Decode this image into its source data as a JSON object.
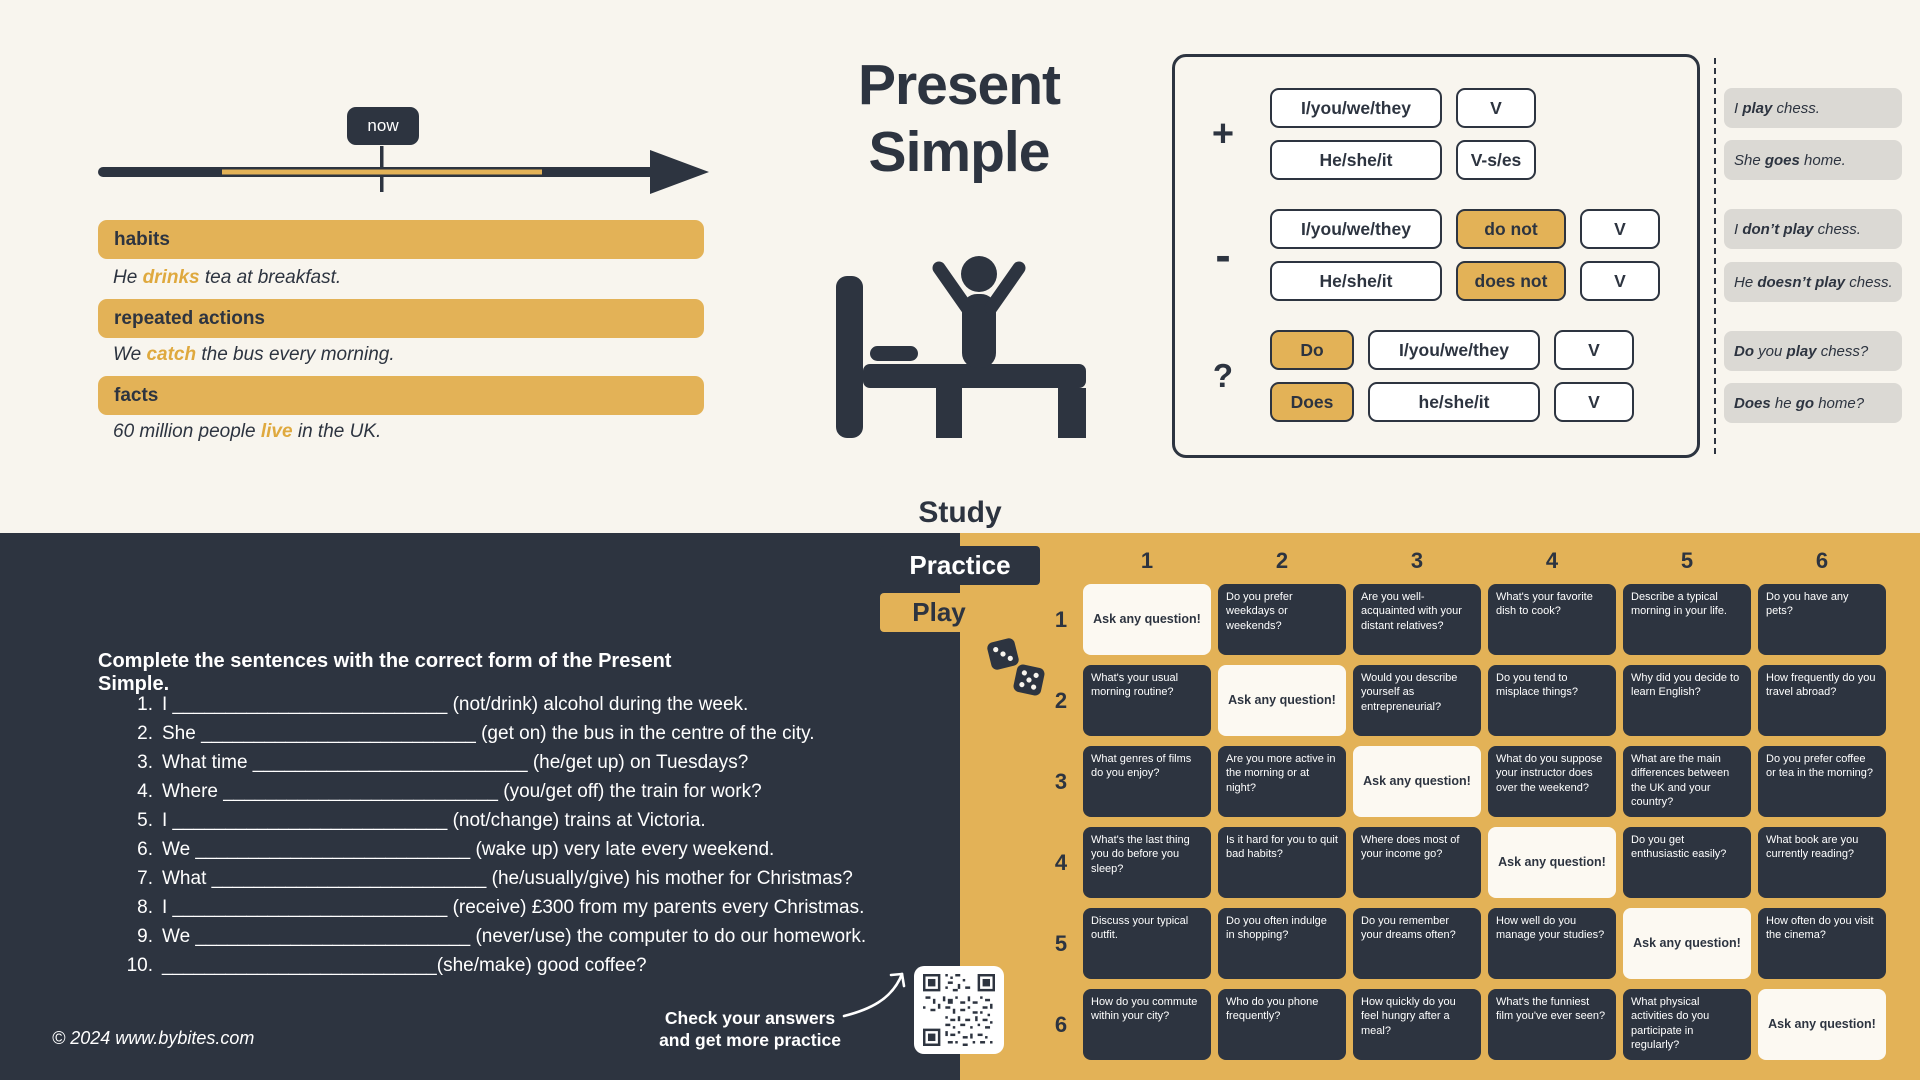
{
  "colors": {
    "cream": "#f8f5ee",
    "dark": "#2d3440",
    "gold": "#e3b257",
    "gray_box": "#dbd9d4",
    "white": "#ffffff"
  },
  "title": {
    "line1": "Present",
    "line2": "Simple"
  },
  "timeline": {
    "now_label": "now"
  },
  "usage": [
    {
      "label": "habits",
      "ex_pre": "He ",
      "ex_key": "drinks",
      "ex_post": " tea at breakfast."
    },
    {
      "label": "repeated actions",
      "ex_pre": "We ",
      "ex_key": "catch",
      "ex_post": " the bus every morning."
    },
    {
      "label": "facts",
      "ex_pre": "60 million people ",
      "ex_key": "live",
      "ex_post": " in the UK."
    }
  ],
  "formula": {
    "groups": [
      {
        "sign": "+",
        "rows": [
          {
            "b0": "I/you/we/they",
            "b1": "V"
          },
          {
            "b0": "He/she/it",
            "b1": "V-s/es"
          }
        ]
      },
      {
        "sign": "-",
        "rows": [
          {
            "b0": "I/you/we/they",
            "b1": "do not",
            "b2": "V"
          },
          {
            "b0": "He/she/it",
            "b1": "does not",
            "b2": "V"
          }
        ]
      },
      {
        "sign": "?",
        "rows": [
          {
            "b0": "Do",
            "b1": "I/you/we/they",
            "b2": "V"
          },
          {
            "b0": "Does",
            "b1": "he/she/it",
            "b2": "V"
          }
        ]
      }
    ]
  },
  "examples": [
    {
      "s1": "I ",
      "b1": "play",
      "s2": " chess.",
      "b2": "",
      "s3": ""
    },
    {
      "s1": "She ",
      "b1": "goes",
      "s2": " home.",
      "b2": "",
      "s3": ""
    },
    {
      "s1": "I ",
      "b1": "don’t play",
      "s2": " chess.",
      "b2": "",
      "s3": ""
    },
    {
      "s1": "He ",
      "b1": "doesn’t play",
      "s2": " chess.",
      "b2": "",
      "s3": ""
    },
    {
      "s1": "",
      "b1": "Do",
      "s2": " you ",
      "b2": "play",
      "s3": " chess?"
    },
    {
      "s1": "",
      "b1": "Does",
      "s2": " he ",
      "b2": "go",
      "s3": " home?"
    }
  ],
  "tabs": {
    "study": "Study",
    "practice": "Practice",
    "play": "Play"
  },
  "worksheet": {
    "heading": "Complete the sentences with the correct form of the Present Simple.",
    "items": [
      {
        "num": "1.",
        "text": "I __________________________ (not/drink) alcohol during the week."
      },
      {
        "num": "2.",
        "text": "She __________________________ (get on) the bus in the centre of the city."
      },
      {
        "num": "3.",
        "text": "What time __________________________ (he/get up) on Tuesdays?"
      },
      {
        "num": "4.",
        "text": "Where __________________________ (you/get off) the train for work?"
      },
      {
        "num": "5.",
        "text": "I __________________________ (not/change) trains at Victoria."
      },
      {
        "num": "6.",
        "text": "We __________________________ (wake up) very late every weekend."
      },
      {
        "num": "7.",
        "text": "What __________________________ (he/usually/give) his mother for Christmas?"
      },
      {
        "num": "8.",
        "text": "I __________________________ (receive) £300 from my parents every Christmas."
      },
      {
        "num": "9.",
        "text": "We __________________________ (never/use) the computer to do our homework."
      },
      {
        "num": "10.",
        "text": "__________________________(she/make) good coffee?"
      }
    ]
  },
  "footer": {
    "copyright": "© 2024 www.bybites.com",
    "answers_line1": "Check your answers",
    "answers_line2": "and get more practice"
  },
  "game": {
    "col_headers": [
      "1",
      "2",
      "3",
      "4",
      "5",
      "6"
    ],
    "row_headers": [
      "1",
      "2",
      "3",
      "4",
      "5",
      "6"
    ],
    "cells": [
      [
        "Ask any question!",
        "Do you prefer weekdays or weekends?",
        "Are you well-acquainted with your distant relatives?",
        "What's your favorite dish to cook?",
        "Describe a typical morning in your life.",
        "Do you have any pets?"
      ],
      [
        "What's your usual morning routine?",
        "Ask any question!",
        "Would you describe yourself as entrepreneurial?",
        "Do you tend to misplace things?",
        "Why did you decide to learn English?",
        "How frequently do you travel abroad?"
      ],
      [
        "What genres of films do you enjoy?",
        "Are you more active in the morning or at night?",
        "Ask any question!",
        "What do you suppose your instructor does over the weekend?",
        "What are the main differences between the UK and your country?",
        "Do you prefer coffee or tea in the morning?"
      ],
      [
        "What's the last thing you do before you sleep?",
        "Is it hard for you to quit bad habits?",
        "Where does most of your income go?",
        "Ask any question!",
        "Do you get enthusiastic easily?",
        "What book are you currently reading?"
      ],
      [
        "Discuss your typical outfit.",
        "Do you often indulge in shopping?",
        "Do you remember your dreams often?",
        "How well do you manage your studies?",
        "Ask any question!",
        "How often do you visit the cinema?"
      ],
      [
        "How do you commute within your city?",
        "Who do you phone frequently?",
        "How quickly do you feel hungry after a meal?",
        "What's the funniest film you've ever seen?",
        "What physical activities do you participate in regularly?",
        "Ask any question!"
      ]
    ]
  }
}
